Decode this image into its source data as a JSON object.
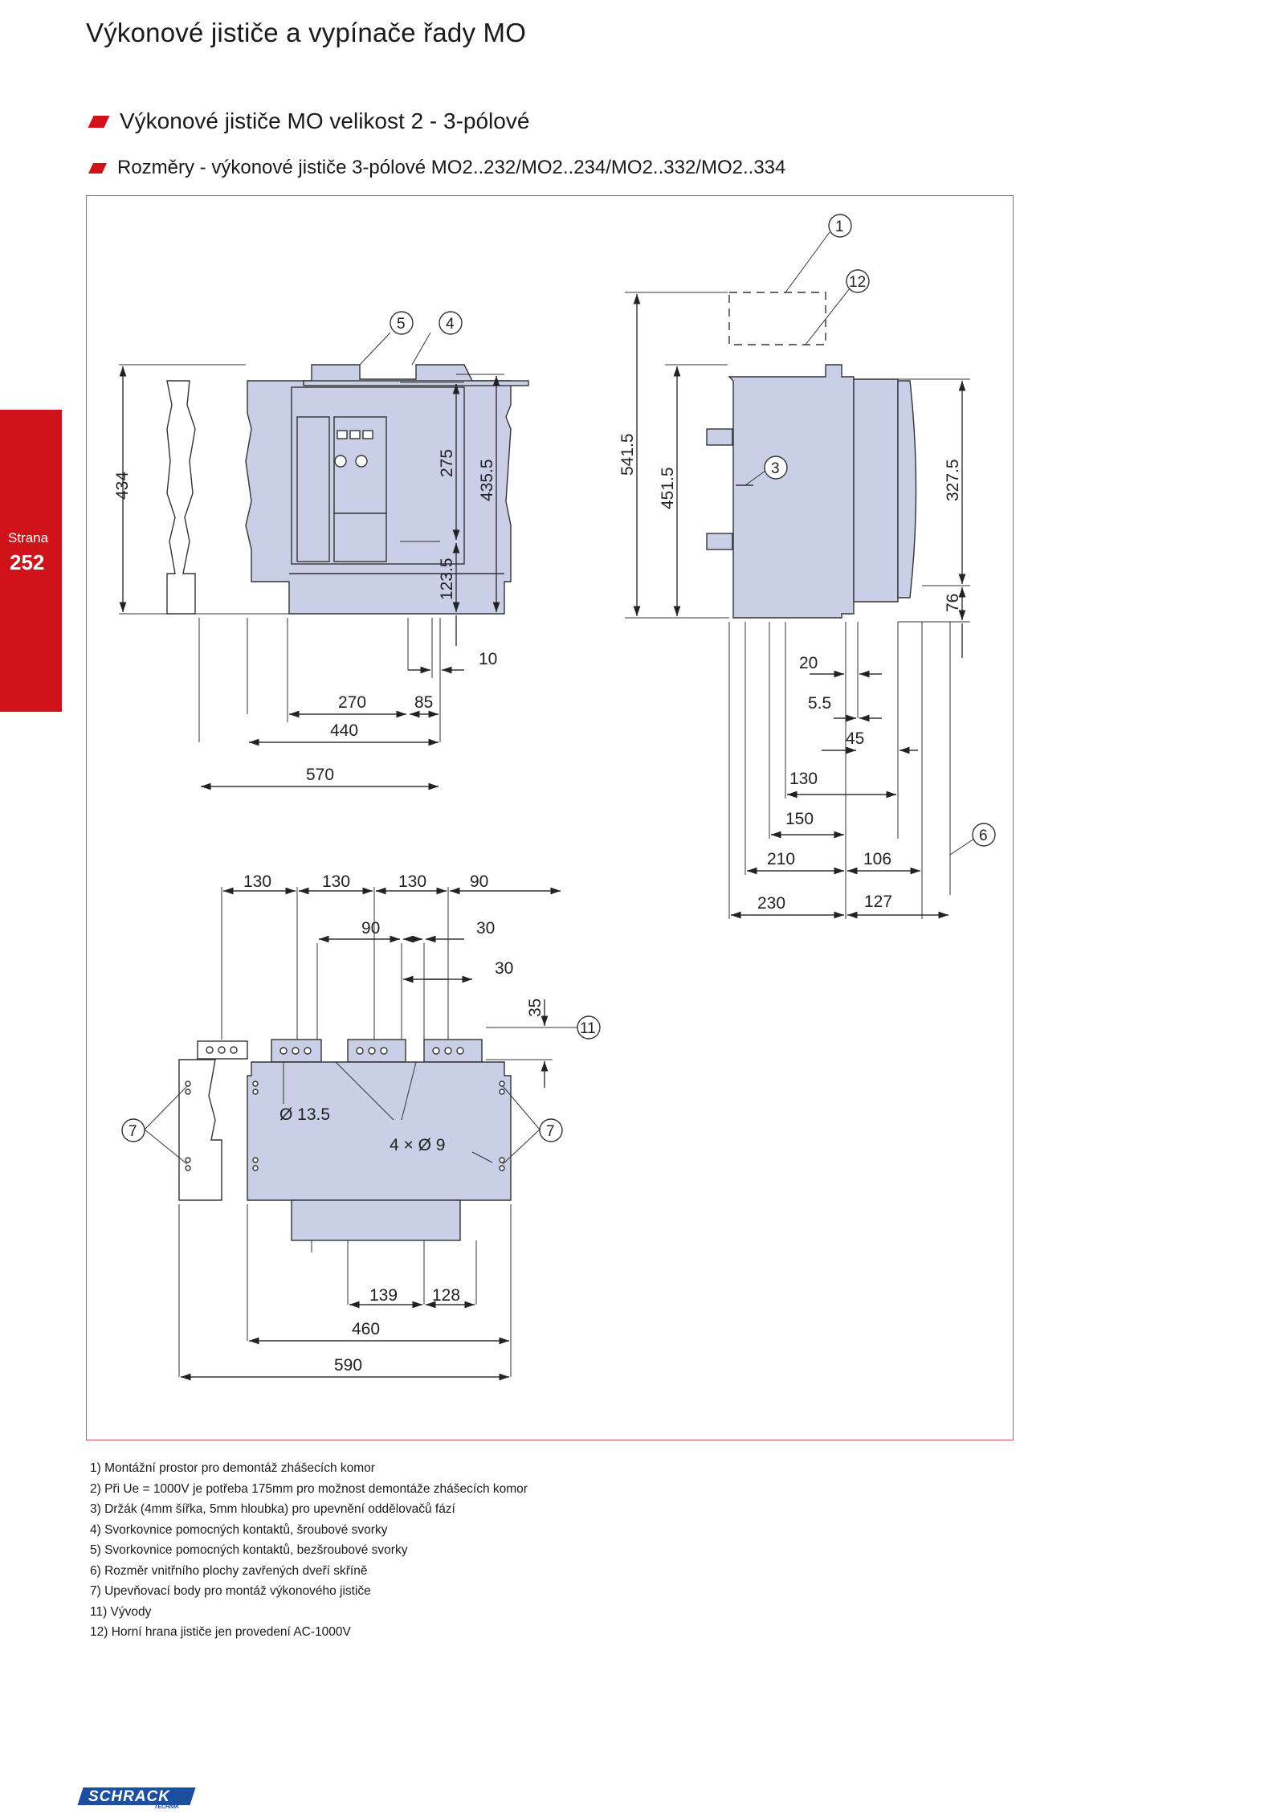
{
  "page": {
    "title": "Výkonové jističe a vypínače řady MO",
    "section_title": "Výkonové jističe MO velikost 2 - 3-pólové",
    "subsection_title": "Rozměry - výkonové jističe 3-pólové MO2..232/MO2..234/MO2..332/MO2..334",
    "side_tab": {
      "label": "Strana",
      "number": "252"
    },
    "accent_color": "#d0121a",
    "fill_color": "#c8cfe6"
  },
  "diagram": {
    "front_view": {
      "dims": {
        "h434": "434",
        "h435_5": "435.5",
        "h275": "275",
        "h123_5": "123.5",
        "w10": "10",
        "w270": "270",
        "w85": "85",
        "w440": "440",
        "w570": "570"
      },
      "callouts": {
        "c5": "5",
        "c4": "4"
      }
    },
    "side_view": {
      "dims": {
        "h541_5": "541.5",
        "h451_5": "451.5",
        "h327_5": "327.5",
        "h76": "76",
        "w20": "20",
        "w5_5": "5.5",
        "w45": "45",
        "w130": "130",
        "w150": "150",
        "w210": "210",
        "w106": "106",
        "w230": "230",
        "w127": "127"
      },
      "callouts": {
        "c1": "1",
        "c12": "12",
        "c3": "3",
        "c6": "6"
      }
    },
    "top_view": {
      "dims": {
        "t130a": "130",
        "t130b": "130",
        "t130c": "130",
        "t90a": "90",
        "t90b": "90",
        "t30a": "30",
        "t30b": "30",
        "t35": "35",
        "hole135": "Ø 13.5",
        "holes4x9": "4 × Ø 9",
        "b139": "139",
        "b128": "128",
        "b460": "460",
        "b590": "590"
      },
      "callouts": {
        "c7l": "7",
        "c7r": "7",
        "c11": "11"
      }
    }
  },
  "notes": [
    "1) Montážní prostor pro demontáž zhášecích komor",
    "2) Při Ue = 1000V je potřeba 175mm pro možnost demontáže zhášecích komor",
    "3) Držák (4mm šířka, 5mm hloubka) pro upevnění oddělovačů fází",
    "4) Svorkovnice pomocných kontaktů, šroubové svorky",
    "5) Svorkovnice pomocných kontaktů, bezšroubové svorky",
    "6) Rozměr vnitřního plochy zavřených dveří skříně",
    "7) Upevňovací body pro montáž výkonového jističe",
    "11) Vývody",
    "12) Horní hrana jističe jen provedení AC-1000V"
  ],
  "logo": {
    "word": "SCHRACK",
    "sub": "TECHNIK"
  }
}
